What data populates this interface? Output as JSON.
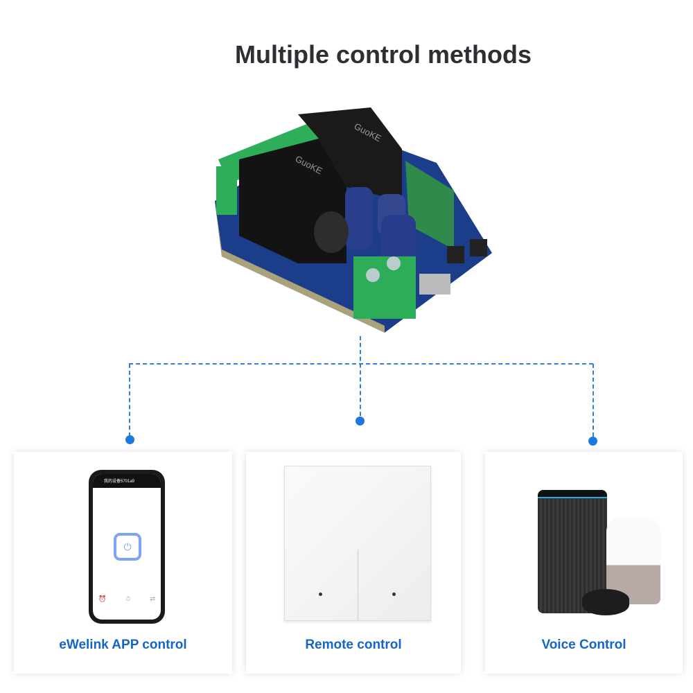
{
  "title": "Multiple control methods",
  "product": {
    "relay_brand": "GuoKE"
  },
  "phone": {
    "screen_title": "我的设备5701a9",
    "accent": "#7fa3f5"
  },
  "cards": [
    {
      "label": "eWelink APP control"
    },
    {
      "label": "Remote control"
    },
    {
      "label": "Voice Control"
    }
  ],
  "colors": {
    "title": "#2c2f33",
    "label": "#1565c8",
    "connector": "#2e7fd8"
  }
}
